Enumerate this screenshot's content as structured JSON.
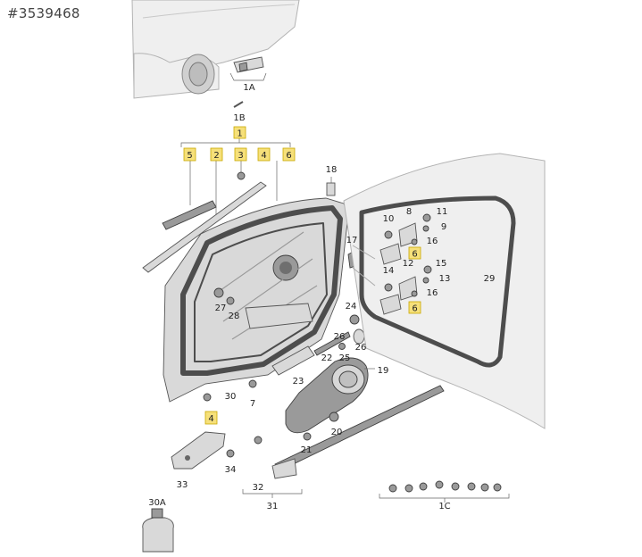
{
  "header": {
    "id": "#3539468"
  },
  "callouts": {
    "c1": "1",
    "c1A": "1A",
    "c1B": "1B",
    "c1C": "1C",
    "c2": "2",
    "c3": "3",
    "c4a": "4",
    "c4b": "4",
    "c5": "5",
    "c6a": "6",
    "c6b": "6",
    "c6c": "6",
    "c7": "7",
    "c8": "8",
    "c9": "9",
    "c10": "10",
    "c11": "11",
    "c12": "12",
    "c13": "13",
    "c14": "14",
    "c15": "15",
    "c16a": "16",
    "c16b": "16",
    "c17": "17",
    "c18": "18",
    "c19": "19",
    "c20": "20",
    "c21": "21",
    "c22": "22",
    "c23": "23",
    "c24": "24",
    "c25": "25",
    "c26a": "26",
    "c26b": "26",
    "c27": "27",
    "c28": "28",
    "c29": "29",
    "c30": "30",
    "c30A": "30A",
    "c31": "31",
    "c32": "32",
    "c33": "33",
    "c34": "34"
  }
}
